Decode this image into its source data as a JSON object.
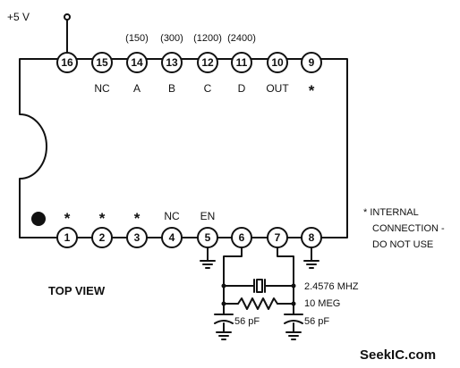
{
  "supply": {
    "label": "+5 V"
  },
  "view_label": "TOP VIEW",
  "top_pins": [
    {
      "number": "16",
      "label": "",
      "rate": ""
    },
    {
      "number": "15",
      "label": "NC",
      "rate": ""
    },
    {
      "number": "14",
      "label": "A",
      "rate": "(150)"
    },
    {
      "number": "13",
      "label": "B",
      "rate": "(300)"
    },
    {
      "number": "12",
      "label": "C",
      "rate": "(1200)"
    },
    {
      "number": "11",
      "label": "D",
      "rate": "(2400)"
    },
    {
      "number": "10",
      "label": "OUT",
      "rate": ""
    },
    {
      "number": "9",
      "label": "*",
      "rate": ""
    }
  ],
  "bottom_pins": [
    {
      "number": "1",
      "label": "*"
    },
    {
      "number": "2",
      "label": "*"
    },
    {
      "number": "3",
      "label": "*"
    },
    {
      "number": "4",
      "label": "NC"
    },
    {
      "number": "5",
      "label": "EN"
    },
    {
      "number": "6",
      "label": ""
    },
    {
      "number": "7",
      "label": ""
    },
    {
      "number": "8",
      "label": ""
    }
  ],
  "note": {
    "line1": "* INTERNAL",
    "line2": "CONNECTION -",
    "line3": "DO NOT USE"
  },
  "components": {
    "crystal": "2.4576 MHZ",
    "resistor": "10 MEG",
    "cap_left": "56 pF",
    "cap_right": "56 pF"
  },
  "watermark": "SeekIC.com"
}
